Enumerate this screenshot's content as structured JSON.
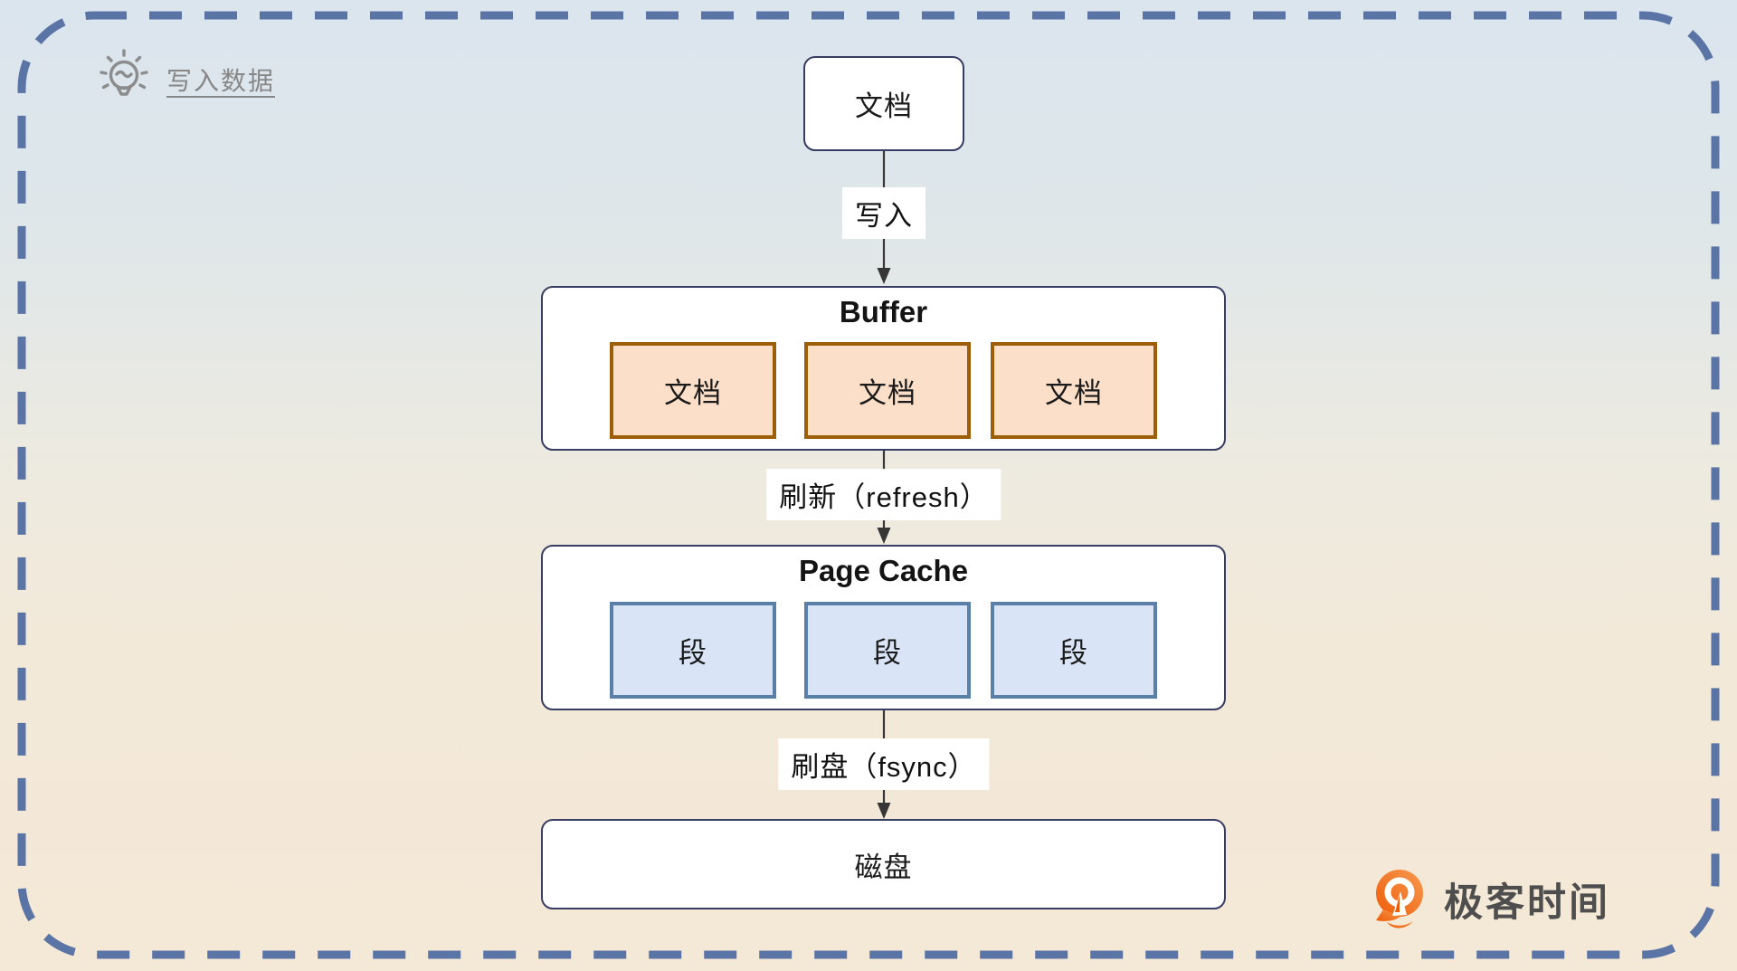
{
  "note": {
    "icon": "lightbulb-icon",
    "label": "写入数据"
  },
  "flow": {
    "doc": {
      "label": "文档"
    },
    "step1": {
      "label": "写入"
    },
    "buffer": {
      "title": "Buffer",
      "items": [
        "文档",
        "文档",
        "文档"
      ]
    },
    "step2": {
      "label": "刷新（refresh）"
    },
    "page_cache": {
      "title": "Page Cache",
      "items": [
        "段",
        "段",
        "段"
      ]
    },
    "step3": {
      "label": "刷盘（fsync）"
    },
    "disk": {
      "label": "磁盘"
    }
  },
  "brand": {
    "icon": "geektime-logo-icon",
    "name": "极客时间"
  },
  "colors": {
    "dashed_border": "#5b74a6",
    "box_border": "#383d63",
    "doc_fill": "#fbdfc8",
    "doc_border": "#9d5e0a",
    "segment_fill": "#d9e5f6",
    "segment_border": "#5b80a8",
    "arrow_color": "#363636",
    "note_gray": "#878787",
    "brand_text": "#4e4e4e",
    "brand_orange": "#f06a10"
  }
}
